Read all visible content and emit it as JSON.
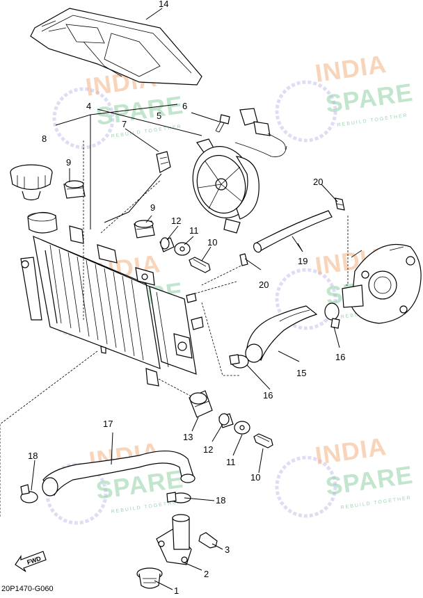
{
  "diagram": {
    "code": "20P1470-G060",
    "fwd_label": "FWD",
    "callouts": {
      "c1": "1",
      "c2": "2",
      "c3": "3",
      "c4": "4",
      "c5": "5",
      "c6": "6",
      "c7": "7",
      "c8": "8",
      "c9a": "9",
      "c9b": "9",
      "c10a": "10",
      "c10b": "10",
      "c11a": "11",
      "c11b": "11",
      "c12a": "12",
      "c12b": "12",
      "c13": "13",
      "c14": "14",
      "c15": "15",
      "c16a": "16",
      "c16b": "16",
      "c17": "17",
      "c18a": "18",
      "c18b": "18",
      "c19": "19",
      "c20a": "20",
      "c20b": "20"
    }
  },
  "watermark": {
    "line1": "INDIA",
    "line2": "SPARE",
    "tagline": "REBUILD TOGETHER"
  }
}
